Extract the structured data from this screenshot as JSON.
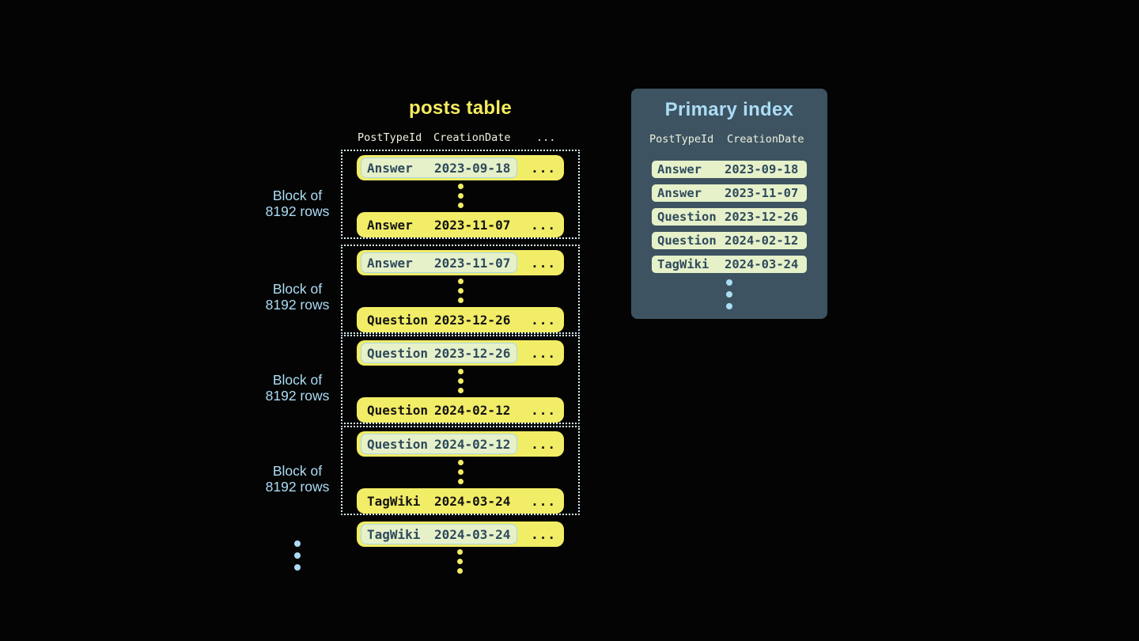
{
  "posts_table": {
    "title": "posts table",
    "headers": {
      "post_type_id": "PostTypeId",
      "creation_date": "CreationDate",
      "more": "..."
    },
    "blocks": [
      {
        "label_line1": "Block of",
        "label_line2": "8192 rows",
        "first_row": {
          "post_type": "Answer",
          "creation_date": "2023-09-18",
          "more": "..."
        },
        "last_row": {
          "post_type": "Answer",
          "creation_date": "2023-11-07",
          "more": "..."
        }
      },
      {
        "label_line1": "Block of",
        "label_line2": "8192 rows",
        "first_row": {
          "post_type": "Answer",
          "creation_date": "2023-11-07",
          "more": "..."
        },
        "last_row": {
          "post_type": "Question",
          "creation_date": "2023-12-26",
          "more": "..."
        }
      },
      {
        "label_line1": "Block of",
        "label_line2": "8192 rows",
        "first_row": {
          "post_type": "Question",
          "creation_date": "2023-12-26",
          "more": "..."
        },
        "last_row": {
          "post_type": "Question",
          "creation_date": "2024-02-12",
          "more": "..."
        }
      },
      {
        "label_line1": "Block of",
        "label_line2": "8192 rows",
        "first_row": {
          "post_type": "Question",
          "creation_date": "2024-02-12",
          "more": "..."
        },
        "last_row": {
          "post_type": "TagWiki",
          "creation_date": "2024-03-24",
          "more": "..."
        }
      }
    ],
    "next_block_first_row": {
      "post_type": "TagWiki",
      "creation_date": "2024-03-24",
      "more": "..."
    }
  },
  "primary_index": {
    "title": "Primary index",
    "headers": {
      "post_type_id": "PostTypeId",
      "creation_date": "CreationDate"
    },
    "rows": [
      {
        "post_type": "Answer",
        "creation_date": "2023-09-18"
      },
      {
        "post_type": "Answer",
        "creation_date": "2023-11-07"
      },
      {
        "post_type": "Question",
        "creation_date": "2023-12-26"
      },
      {
        "post_type": "Question",
        "creation_date": "2024-02-12"
      },
      {
        "post_type": "TagWiki",
        "creation_date": "2024-03-24"
      }
    ]
  },
  "colors": {
    "background": "#040404",
    "row_yellow": "#F2ED66",
    "title_yellow": "#F5EC5E",
    "accent_blue": "#ACDCF5",
    "panel_bg": "#3D5361",
    "header_text": "#EEF2DF",
    "dotted_border": "#D8EEF8",
    "highlight_fill": "#E6F1CA",
    "highlight_border": "#A9D6E8",
    "highlight_text": "#2F4A5C",
    "row_text": "#141414"
  }
}
